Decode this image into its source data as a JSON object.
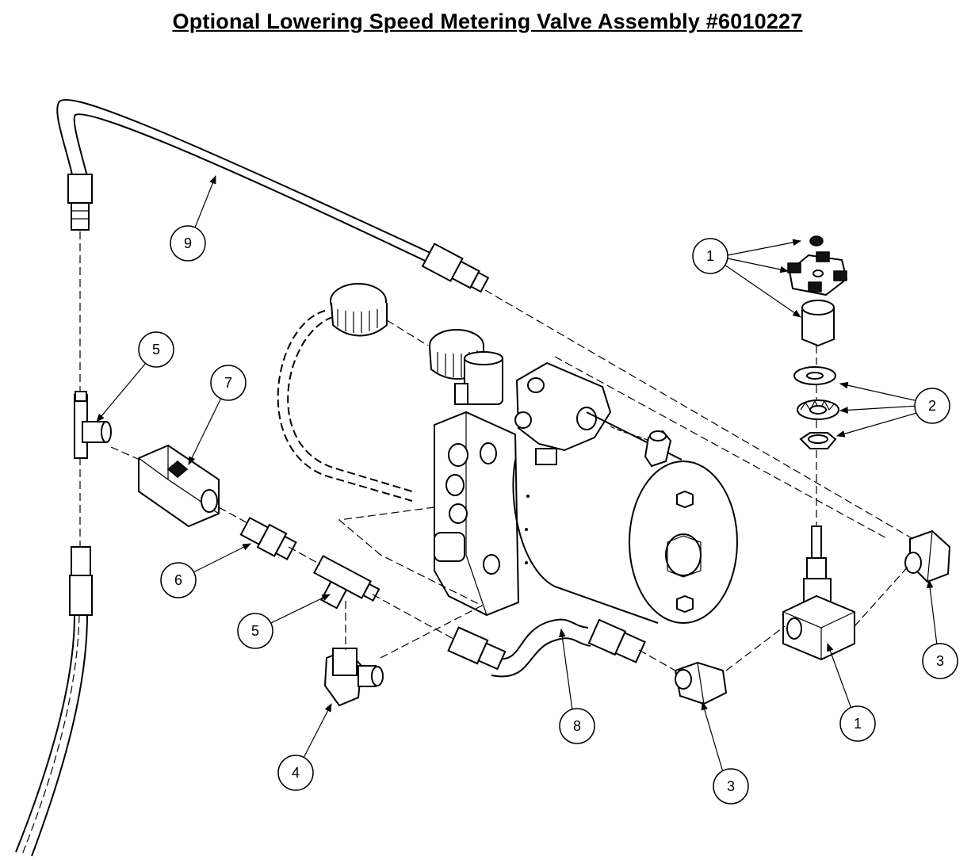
{
  "title": "Optional Lowering Speed Metering Valve Assembly #6010227",
  "callouts": {
    "c9": "9",
    "c1_top": "1",
    "c2": "2",
    "c5_left": "5",
    "c7": "7",
    "c6": "6",
    "c5_mid": "5",
    "c4": "4",
    "c8": "8",
    "c3_bottom": "3",
    "c3_right": "3",
    "c1_bottom": "1"
  }
}
